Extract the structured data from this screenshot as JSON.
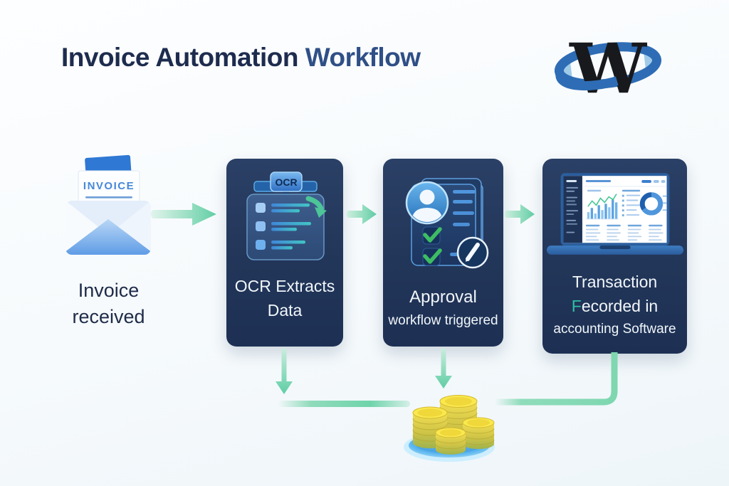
{
  "header": {
    "title_primary": "Invoice Automation ",
    "title_accent": "Workflow",
    "logo_letter": "W"
  },
  "steps": {
    "invoice_received": {
      "icon": "envelope-invoice-icon",
      "doc_label": "INVOICE",
      "caption_line1": "Invoice",
      "caption_line2": "received"
    },
    "ocr": {
      "icon": "ocr-document-icon",
      "badge": "OCR",
      "caption_line1": "OCR Extracts",
      "caption_line2": "Data"
    },
    "approval": {
      "icon": "approval-checklist-icon",
      "caption_line1": "Approval",
      "caption_line2": "workflow triggered"
    },
    "recorded": {
      "icon": "accounting-laptop-icon",
      "caption_line1": "Transaction",
      "caption_line2_accent": "F",
      "caption_line2_rest": "ecorded in",
      "caption_line3": "accounting Software"
    }
  },
  "footer_icon": "coins-on-platform-icon",
  "colors": {
    "accent_green": "#6fd4ab",
    "card_top": "#2b4066",
    "card_bottom": "#1d3054",
    "title_navy": "#1d2c4e",
    "title_blue": "#2f4f86",
    "label_navy": "#1e2b49",
    "teal_accent": "#2fbfa4",
    "logo_blue": "#2e6db5",
    "coin_gold": "#f2de52",
    "platform_blue": "#57b4ee"
  }
}
